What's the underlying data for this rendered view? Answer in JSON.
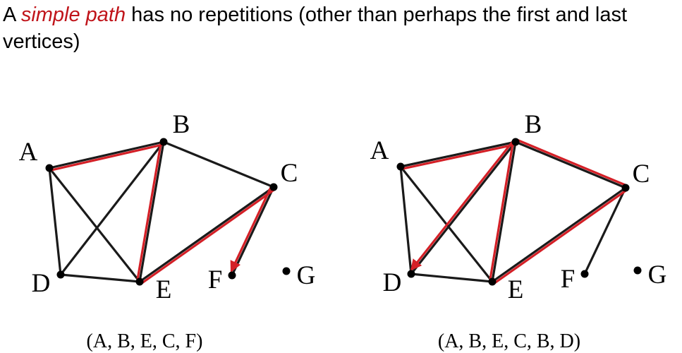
{
  "heading": {
    "prefix": "A ",
    "term": "simple path",
    "rest": " has no repetitions (other than perhaps the first and last vertices)"
  },
  "colors": {
    "edge": "#1a1a1a",
    "path": "#d42027",
    "vertex": "#000000",
    "term": "#c0141a"
  },
  "graphs": [
    {
      "caption": "(A, B, E, C, F)",
      "vertices": [
        "A",
        "B",
        "C",
        "D",
        "E",
        "F",
        "G"
      ],
      "edges": [
        [
          "A",
          "B"
        ],
        [
          "A",
          "D"
        ],
        [
          "A",
          "E"
        ],
        [
          "B",
          "D"
        ],
        [
          "B",
          "E"
        ],
        [
          "B",
          "C"
        ],
        [
          "C",
          "E"
        ],
        [
          "C",
          "F"
        ],
        [
          "D",
          "E"
        ]
      ],
      "path": [
        "A",
        "B",
        "E",
        "C",
        "F"
      ]
    },
    {
      "caption": "(A, B, E, C, B, D)",
      "vertices": [
        "A",
        "B",
        "C",
        "D",
        "E",
        "F",
        "G"
      ],
      "edges": [
        [
          "A",
          "B"
        ],
        [
          "A",
          "D"
        ],
        [
          "A",
          "E"
        ],
        [
          "B",
          "D"
        ],
        [
          "B",
          "E"
        ],
        [
          "B",
          "C"
        ],
        [
          "C",
          "E"
        ],
        [
          "C",
          "F"
        ],
        [
          "D",
          "E"
        ]
      ],
      "path": [
        "A",
        "B",
        "E",
        "C",
        "B",
        "D"
      ]
    }
  ]
}
